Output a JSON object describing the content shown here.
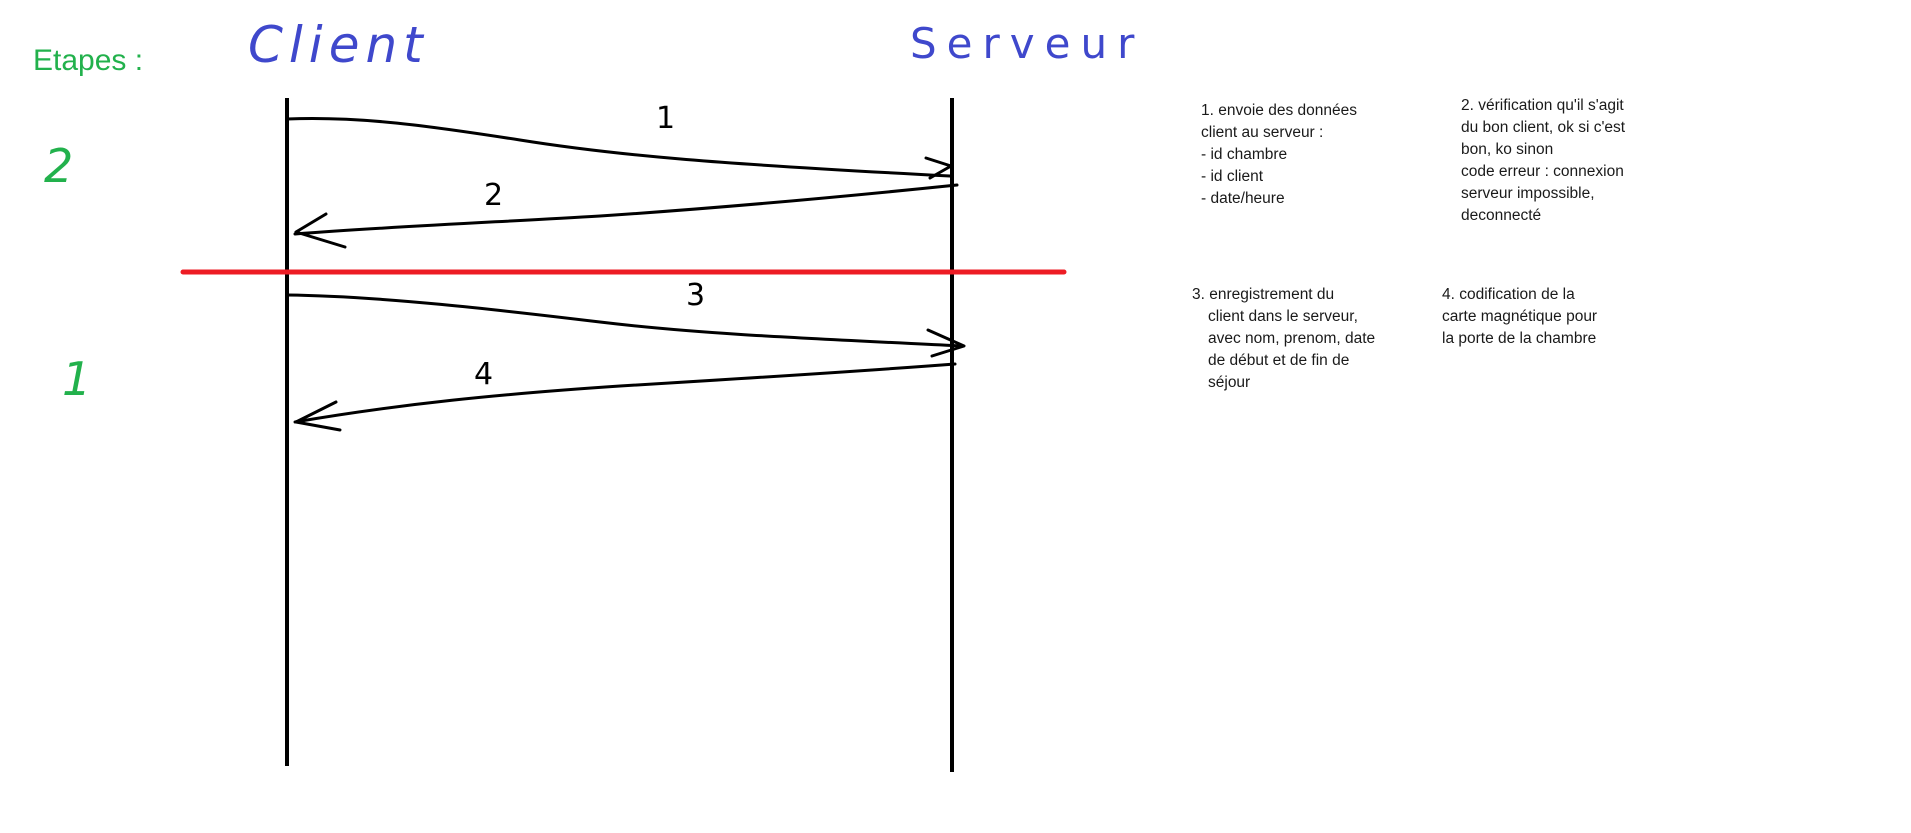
{
  "legend": {
    "title": "Etapes :"
  },
  "actors": {
    "client": "Client",
    "server": "Serveur"
  },
  "phases": [
    {
      "label": "2"
    },
    {
      "label": "1"
    }
  ],
  "messages": [
    {
      "number": "1",
      "direction": "client-to-server"
    },
    {
      "number": "2",
      "direction": "server-to-client"
    },
    {
      "number": "3",
      "direction": "client-to-server"
    },
    {
      "number": "4",
      "direction": "server-to-client"
    }
  ],
  "notes": [
    {
      "lines": [
        "1. envoie des données",
        "client au serveur :",
        "- id chambre",
        "- id client",
        "- date/heure"
      ]
    },
    {
      "lines": [
        "2. vérification qu'il s'agit",
        "du bon client, ok si c'est",
        "bon, ko sinon",
        "code erreur : connexion",
        "serveur impossible,",
        "deconnecté"
      ]
    },
    {
      "lines": [
        "3. enregistrement du",
        "client dans le serveur,",
        "avec nom, prenom, date",
        "de début et de fin de",
        "séjour"
      ]
    },
    {
      "lines": [
        "4. codification de la",
        "carte magnétique pour",
        "la porte de la chambre"
      ]
    }
  ],
  "colors": {
    "actor_ink": "#3f48cc",
    "phase_ink": "#22b14c",
    "separator": "#ed1c24",
    "ink": "#000000"
  }
}
